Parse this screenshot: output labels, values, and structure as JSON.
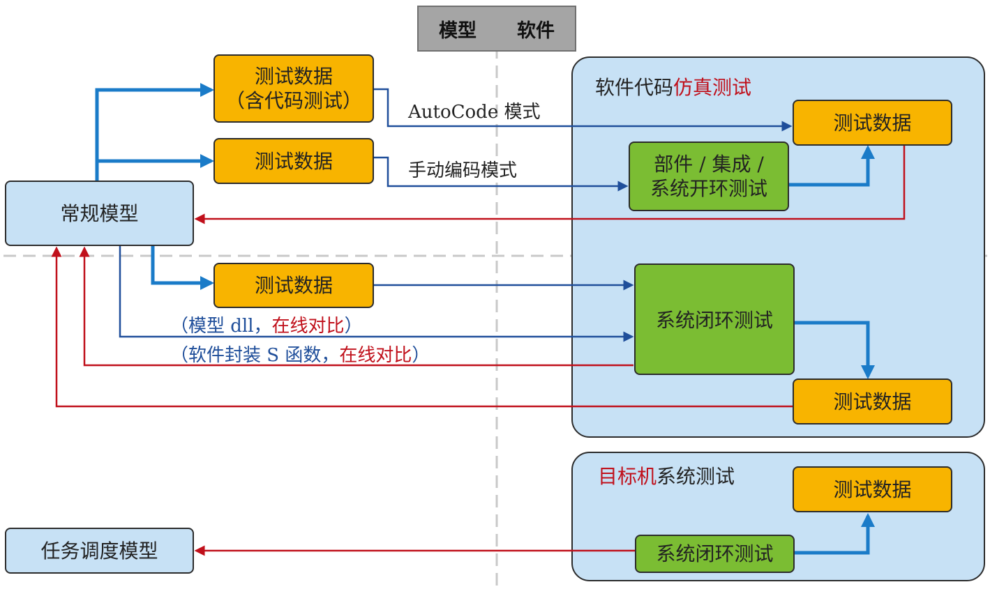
{
  "header": {
    "left": "模型",
    "right": "软件"
  },
  "panels": {
    "sim": {
      "title_prefix": "软件代码",
      "title_highlight": "仿真测试"
    },
    "target": {
      "title_highlight": "目标机",
      "title_suffix": "系统测试"
    }
  },
  "left_boxes": {
    "conventional_model": "常规模型",
    "scheduling_model": "任务调度模型"
  },
  "orange_boxes": {
    "test_data_code_line1": "测试数据",
    "test_data_code_line2": "（含代码测试）",
    "test_data_manual": "测试数据",
    "test_data_dll": "测试数据",
    "sim_test_data_top": "测试数据",
    "sim_test_data_bottom": "测试数据",
    "target_test_data": "测试数据"
  },
  "green_boxes": {
    "component_line1": "部件 / 集成 /",
    "component_line2": "系统开环测试",
    "closed_loop_sim": "系统闭环测试",
    "closed_loop_target": "系统闭环测试"
  },
  "labels": {
    "autocode": "AutoCode 模式",
    "manual": "手动编码模式",
    "dll_prefix": "（模型 dll，",
    "dll_highlight": "在线对比",
    "dll_suffix": "）",
    "sfunc_prefix": "（软件封装 S 函数，",
    "sfunc_highlight": "在线对比",
    "sfunc_suffix": "）"
  },
  "colors": {
    "orange": "#f8b400",
    "green": "#7bbd33",
    "panel_blue": "#c7e1f5",
    "arrow_blue_thick": "#1a7bc8",
    "arrow_blue_thin": "#1f4e9a",
    "arrow_red": "#c0101b",
    "divider": "#c8c8c8"
  }
}
